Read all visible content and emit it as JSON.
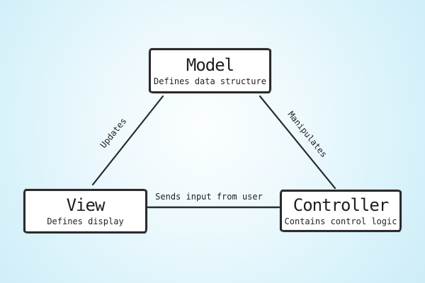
{
  "page": {
    "background_center_color": "#fbfeff",
    "background_edge_color": "#cdedf7"
  },
  "diagram": {
    "style": "hand-drawn sketch",
    "stroke_color": "#2b2b2b",
    "node_fill_color": "#ffffff",
    "text_color": "#1f1f1f",
    "nodes": [
      {
        "id": "model",
        "title": "Model",
        "subtitle": "Defines data structure"
      },
      {
        "id": "view",
        "title": "View",
        "subtitle": "Defines display"
      },
      {
        "id": "controller",
        "title": "Controller",
        "subtitle": "Contains control logic"
      }
    ],
    "edges": [
      {
        "from": "Model",
        "to": "View",
        "label": "Updates"
      },
      {
        "from": "Model",
        "to": "Controller",
        "label": "Manipulates"
      },
      {
        "from": "View",
        "to": "Controller",
        "label": "Sends input from user"
      }
    ]
  }
}
